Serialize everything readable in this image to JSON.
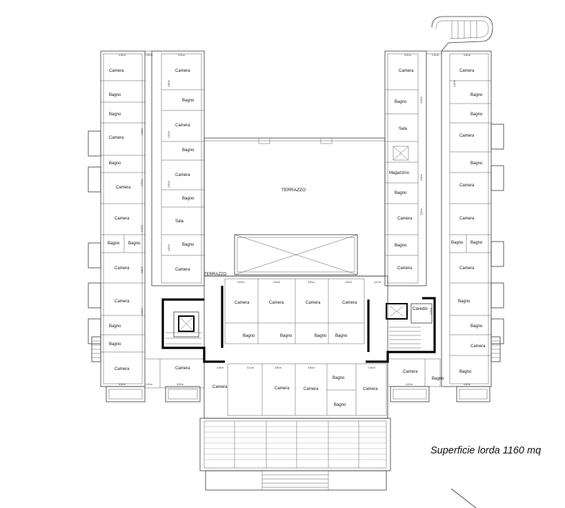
{
  "title": "Superficie lorda 1160 mq",
  "rooms": {
    "terrazzo_main": "TERRAZZO",
    "terrazzo_small": "TERRAZZO",
    "left_outer": [
      "Camera",
      "Bagno",
      "Bagno",
      "Camera",
      "Bagno",
      "Camera",
      "Camera",
      "Bagno",
      "Bagno",
      "Camera",
      "Camera",
      "Bagno",
      "Bagno",
      "Camera"
    ],
    "left_inner": [
      "Camera",
      "Bagno",
      "Camera",
      "Bagno",
      "Camera",
      "Bagno",
      "Sala",
      "Bagno",
      "Camera",
      "Camera"
    ],
    "right_inner": [
      "Camera",
      "Bagno",
      "Sala",
      "Magazzino",
      "Bagno",
      "Camera",
      "Bagno",
      "Camera"
    ],
    "right_outer": [
      "Camera",
      "Bagno",
      "Bagno",
      "Camera",
      "Bagno",
      "Camera",
      "Camera",
      "Bagno",
      "Bagno",
      "Camera",
      "Bagno",
      "Bagno",
      "Camera",
      "Bagno"
    ],
    "center_top": [
      "Camera",
      "Camera",
      "Camera",
      "Camera",
      "Bagno",
      "Bagno",
      "Bagno",
      "Bagno"
    ],
    "center_bottom": [
      "Camera",
      "Camera",
      "Camera",
      "Camera",
      "Bagno",
      "Bagno"
    ],
    "right_extra": [
      "Cavedio",
      "Camera"
    ]
  },
  "dimensions": {
    "top_left": [
      "4,30 m",
      "1,20 m",
      "3,20 m"
    ],
    "top_right": [
      "3,20 m",
      "1,20 m",
      "4,30 m"
    ],
    "center_row": [
      "3,15 m",
      "3,15 m",
      "3,20 m",
      "3,20 m",
      "3,11 m"
    ],
    "bottom_row": [
      "4,00 m",
      "3,10 m",
      "3,90 m",
      "3,90 m",
      "3,90 m"
    ],
    "bottom_left": [
      "4,30 m",
      "1,20 m",
      "3,20 m"
    ],
    "bottom_right": [
      "4,10 m",
      "4,30 m"
    ],
    "vertical": [
      "4,30 m",
      "3,70 m",
      "3,70 m",
      "3,60 m",
      "3,60 m",
      "3,60 m",
      "4,20 m",
      "4,30 m",
      "4,20 m",
      "4,20 m",
      "3,40 m",
      "2,30 m",
      "4,20 m",
      "3,20 m"
    ]
  }
}
